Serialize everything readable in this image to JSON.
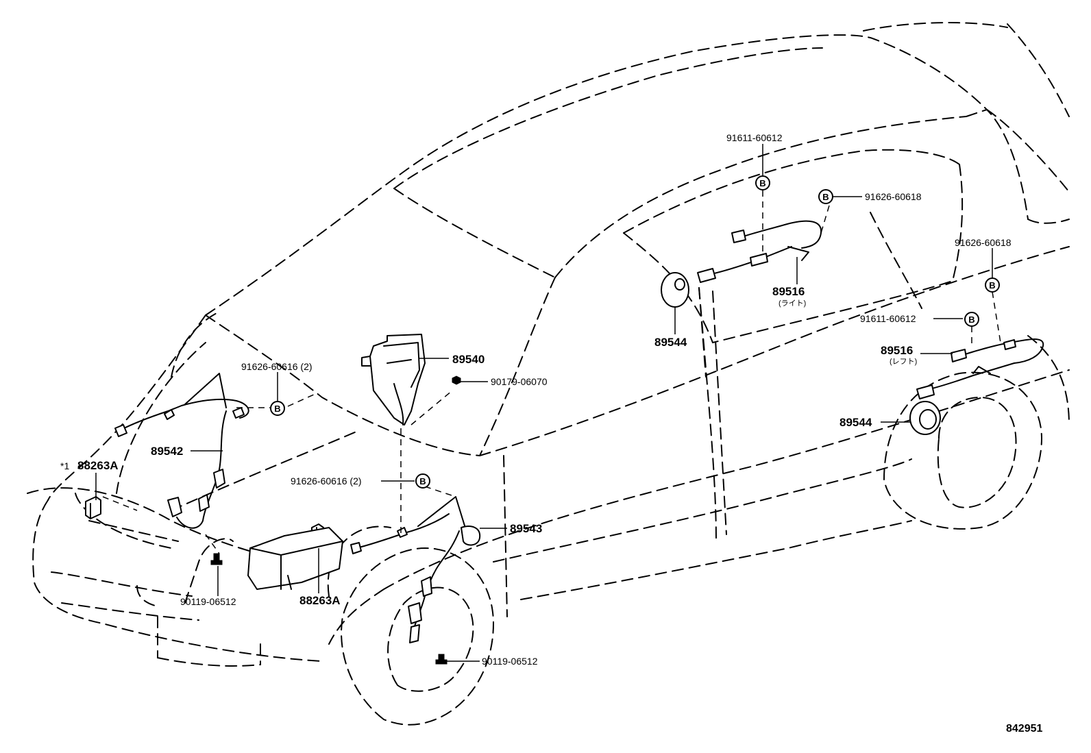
{
  "parts": {
    "p89540": "89540",
    "p90179": "90179-06070",
    "p91626_616_a": "91626-60616 (2)",
    "p91626_616_b": "91626-60616 (2)",
    "p89542": "89542",
    "p88263a_note": "*1",
    "p88263a_top": "88263A",
    "p88263a_bottom": "88263A",
    "p90119_a": "90119-06512",
    "p90119_b": "90119-06512",
    "p89543": "89543",
    "p91611_a": "91611-60612",
    "p91626_618_a": "91626-60618",
    "p89516_r": "89516",
    "p89516_r_sub": "(ライト)",
    "p89544_a": "89544",
    "p91626_618_b": "91626-60618",
    "p91611_b": "91611-60612",
    "p89516_l": "89516",
    "p89516_l_sub": "(レフト)",
    "p89544_b": "89544"
  },
  "callout_letter": "B",
  "figure_number": "842951"
}
